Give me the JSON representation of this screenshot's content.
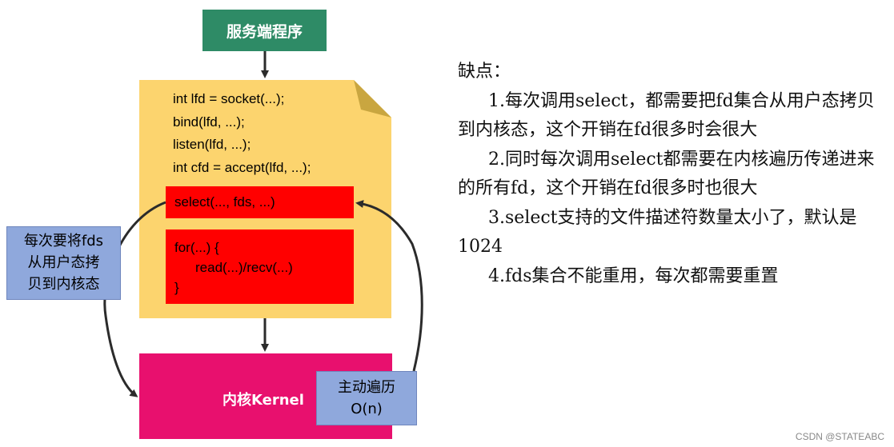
{
  "server": {
    "label": "服务端程序"
  },
  "code_lines": [
    "int lfd = socket(...);",
    "bind(lfd, ...);",
    "listen(lfd, ...);",
    "int cfd = accept(lfd, ...);"
  ],
  "select_call": "select(..., fds, ...)",
  "loop": {
    "open": "for(...) {",
    "body": "read(...)/recv(...)",
    "close": "}"
  },
  "kernel": {
    "label": "内核Kernel"
  },
  "copy_note": [
    "每次要将fds",
    "从用户态拷",
    "贝到内核态"
  ],
  "traverse_note": [
    "主动遍历",
    "O(n)"
  ],
  "drawbacks": {
    "title": "缺点：",
    "items": [
      "1.每次调用select，都需要把fd集合从用户态拷贝到内核态，这个开销在fd很多时会很大",
      "2.同时每次调用select都需要在内核遍历传递进来的所有fd，这个开销在fd很多时也很大",
      "3.select支持的文件描述符数量太小了，默认是1024",
      "4.fds集合不能重用，每次都需要重置"
    ]
  },
  "watermark": "CSDN @STATEABC",
  "colors": {
    "server_box": "#2e8b66",
    "code_page": "#fcd46e",
    "code_page_fold": "#c9a640",
    "call_box": "#ff0000",
    "kernel_box": "#e8106e",
    "note_box": "#8fa8dc"
  }
}
